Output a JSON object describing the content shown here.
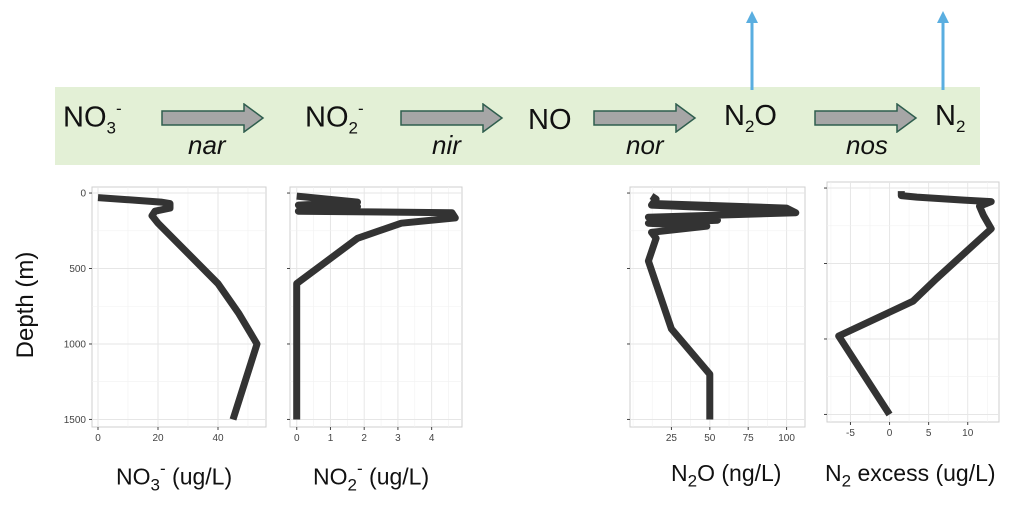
{
  "pathway": {
    "species": [
      {
        "base": "NO",
        "sub": "3",
        "sup": "-"
      },
      {
        "base": "NO",
        "sub": "2",
        "sup": "-"
      },
      {
        "base": "NO",
        "sub": "",
        "sup": ""
      },
      {
        "pre": "N",
        "sub": "2",
        "post": "O"
      },
      {
        "pre": "N",
        "sub": "2",
        "post": ""
      }
    ],
    "enzymes": [
      "nar",
      "nir",
      "nor",
      "nos"
    ],
    "colors": {
      "band": "#e3f0d6",
      "process_arrow_fill": "#a6a6a6",
      "process_arrow_stroke": "#2f5e4e",
      "flux_arrow": "#5aaee0",
      "profile_line": "#333333"
    }
  },
  "ylabel": "Depth (m)",
  "chart_data": [
    {
      "type": "line",
      "xlabel": {
        "base": "NO",
        "sub": "3",
        "sup": "-",
        "tail": " (ug/L)"
      },
      "ylabel": "Depth (m)",
      "xlim": [
        -2,
        56
      ],
      "ylim": [
        1550,
        -40
      ],
      "xticks": [
        0,
        20,
        40
      ],
      "yticks": [
        0,
        500,
        1000,
        1500
      ],
      "show_yticklabels": true,
      "grid": true,
      "x": [
        0,
        21,
        24,
        24,
        19,
        18,
        20,
        25,
        40,
        47,
        53,
        45
      ],
      "y": [
        30,
        60,
        70,
        100,
        120,
        150,
        200,
        300,
        600,
        800,
        1000,
        1500
      ]
    },
    {
      "type": "line",
      "xlabel": {
        "base": "NO",
        "sub": "2",
        "sup": "-",
        "tail": " (ug/L)"
      },
      "xlim": [
        -0.2,
        4.9
      ],
      "ylim": [
        1550,
        -40
      ],
      "xticks": [
        0,
        1,
        2,
        3,
        4
      ],
      "yticks": [
        0,
        500,
        1000,
        1500
      ],
      "show_yticklabels": false,
      "grid": true,
      "x": [
        0,
        1.8,
        0.05,
        1.8,
        0.05,
        4.6,
        4.7,
        3.1,
        1.8,
        0,
        0
      ],
      "y": [
        20,
        60,
        80,
        90,
        120,
        130,
        165,
        200,
        300,
        600,
        1500
      ]
    },
    {
      "type": "line",
      "xlabel": {
        "pre": "N",
        "sub": "2",
        "tail": "O (ng/L)"
      },
      "xlim": [
        -2,
        112
      ],
      "ylim": [
        1550,
        -40
      ],
      "xticks": [
        25,
        50,
        75,
        100
      ],
      "yticks": [
        0,
        500,
        1000,
        1500
      ],
      "show_yticklabels": false,
      "grid": true,
      "x": [
        12,
        15,
        12,
        80,
        15,
        100,
        106,
        10,
        55,
        10,
        48,
        12,
        15,
        10,
        25,
        50,
        50
      ],
      "y": [
        20,
        40,
        80,
        110,
        70,
        100,
        130,
        160,
        180,
        200,
        220,
        260,
        300,
        450,
        900,
        1200,
        1500
      ]
    },
    {
      "type": "line",
      "xlabel": {
        "pre": "N",
        "sub": "2",
        "tail": " excess (ug/L)"
      },
      "xlim": [
        -8,
        14
      ],
      "ylim": [
        1550,
        -40
      ],
      "xticks": [
        -5,
        0,
        5,
        10
      ],
      "yticks": [
        0,
        500,
        1000,
        1500
      ],
      "show_yticklabels": false,
      "grid": true,
      "x": [
        1.5,
        1.5,
        3.5,
        9.5,
        13,
        11.5,
        12,
        13,
        6,
        3,
        -6.5,
        0
      ],
      "y": [
        20,
        50,
        60,
        80,
        90,
        120,
        180,
        270,
        600,
        750,
        980,
        1500
      ]
    }
  ]
}
